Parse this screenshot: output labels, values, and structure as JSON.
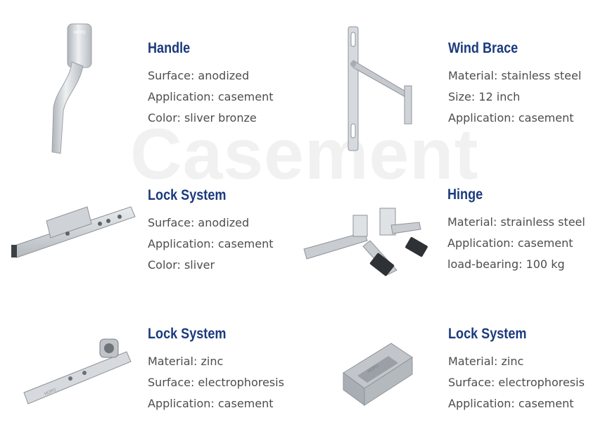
{
  "watermark": "Casement",
  "products": [
    {
      "name": "Handle",
      "image_brand": "HOPO",
      "specs": [
        "Surface: anodized",
        "Application: casement",
        "Color: sliver bronze"
      ]
    },
    {
      "name": "Wind Brace",
      "specs": [
        "Material: stainless steel",
        "Size: 12 inch",
        "Application: casement"
      ]
    },
    {
      "name": "Lock System",
      "specs": [
        "Surface: anodized",
        "Application: casement",
        "Color: sliver"
      ]
    },
    {
      "name": "Hinge",
      "specs": [
        "Material: strainless steel",
        "Application: casement",
        "load-bearing: 100 kg"
      ]
    },
    {
      "name": "Lock System",
      "image_brand": "HOPO",
      "specs": [
        "Material: zinc",
        "Surface: electrophoresis",
        "Application: casement"
      ]
    },
    {
      "name": "Lock System",
      "image_brand": "HOPO",
      "specs": [
        "Material: zinc",
        "Surface: electrophoresis",
        "Application: casement"
      ]
    }
  ],
  "colors": {
    "title": "#1b3a7c",
    "text": "#4d4d4d",
    "watermark": "#f1f1f1",
    "metal": "#c9cdd2"
  }
}
